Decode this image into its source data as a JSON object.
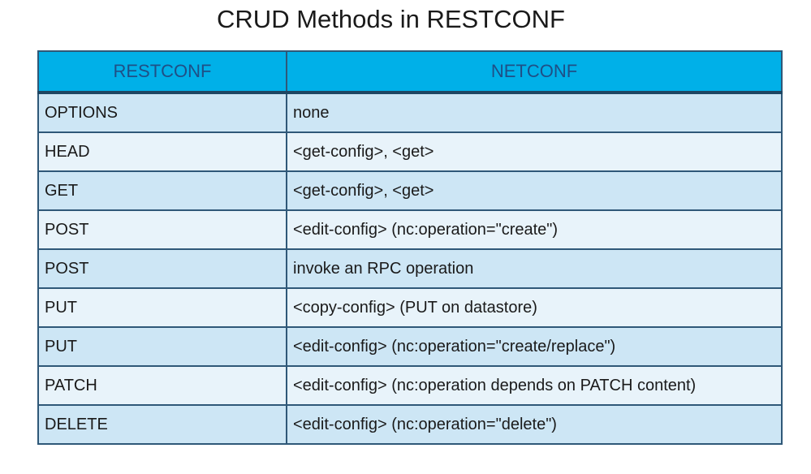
{
  "title": "CRUD Methods in RESTCONF",
  "table": {
    "headers": [
      "RESTCONF",
      "NETCONF"
    ],
    "rows": [
      [
        "OPTIONS",
        "none"
      ],
      [
        "HEAD",
        "<get-config>, <get>"
      ],
      [
        "GET",
        "<get-config>, <get>"
      ],
      [
        "POST",
        "<edit-config> (nc:operation=\"create\")"
      ],
      [
        "POST",
        "invoke an RPC operation"
      ],
      [
        "PUT",
        "<copy-config> (PUT on datastore)"
      ],
      [
        "PUT",
        "<edit-config> (nc:operation=\"create/replace\")"
      ],
      [
        "PATCH",
        "<edit-config> (nc:operation depends on PATCH content)"
      ],
      [
        "DELETE",
        "<edit-config> (nc:operation=\"delete\")"
      ]
    ]
  },
  "colors": {
    "header_bg": "#00b0e8",
    "header_text": "#1f4f86",
    "row_odd_bg": "#cde6f5",
    "row_even_bg": "#e8f3fa",
    "border": "#2f5878"
  }
}
